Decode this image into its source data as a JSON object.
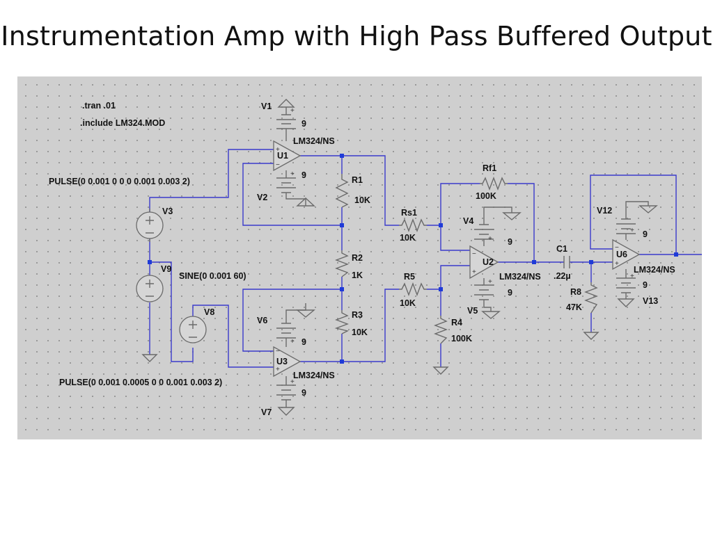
{
  "title": "Instrumentation Amp with High Pass Buffered Output",
  "directives": {
    "tran": ".tran .01",
    "include": ".include LM324.MOD"
  },
  "sources": {
    "V1": {
      "name": "V1",
      "value": "9"
    },
    "V2": {
      "name": "V2",
      "value": "9"
    },
    "V3": {
      "name": "V3",
      "spec": "PULSE(0 0.001 0 0 0 0.001 0.003 2)"
    },
    "V4": {
      "name": "V4",
      "value": "9"
    },
    "V5": {
      "name": "V5",
      "value": "9"
    },
    "V6": {
      "name": "V6",
      "value": "9"
    },
    "V7": {
      "name": "V7",
      "value": "9"
    },
    "V8": {
      "name": "V8",
      "spec": "PULSE(0 0.001 0.0005 0 0 0.001 0.003 2)"
    },
    "V9": {
      "name": "V9",
      "spec": "SINE(0 0.001 60)"
    },
    "V12": {
      "name": "V12",
      "value": "9"
    },
    "V13": {
      "name": "V13",
      "value": "9"
    }
  },
  "resistors": {
    "R1": {
      "name": "R1",
      "value": "10K"
    },
    "R2": {
      "name": "R2",
      "value": "1K"
    },
    "R3": {
      "name": "R3",
      "value": "10K"
    },
    "R4": {
      "name": "R4",
      "value": "100K"
    },
    "R5": {
      "name": "R5",
      "value": "10K"
    },
    "R8": {
      "name": "R8",
      "value": "47K"
    },
    "Rs1": {
      "name": "Rs1",
      "value": "10K"
    },
    "Rf1": {
      "name": "Rf1",
      "value": "100K"
    }
  },
  "capacitors": {
    "C1": {
      "name": "C1",
      "value": ".22µ"
    }
  },
  "opamps": {
    "U1": {
      "name": "U1",
      "model": "LM324/NS"
    },
    "U2": {
      "name": "U2",
      "model": "LM324/NS"
    },
    "U3": {
      "name": "U3",
      "model": "LM324/NS"
    },
    "U6": {
      "name": "U6",
      "model": "LM324/NS"
    }
  },
  "colors": {
    "wire": "#3a3acc",
    "component": "#6a6a6a",
    "junction": "#1f3bd8",
    "background": "#cfcfcf"
  }
}
